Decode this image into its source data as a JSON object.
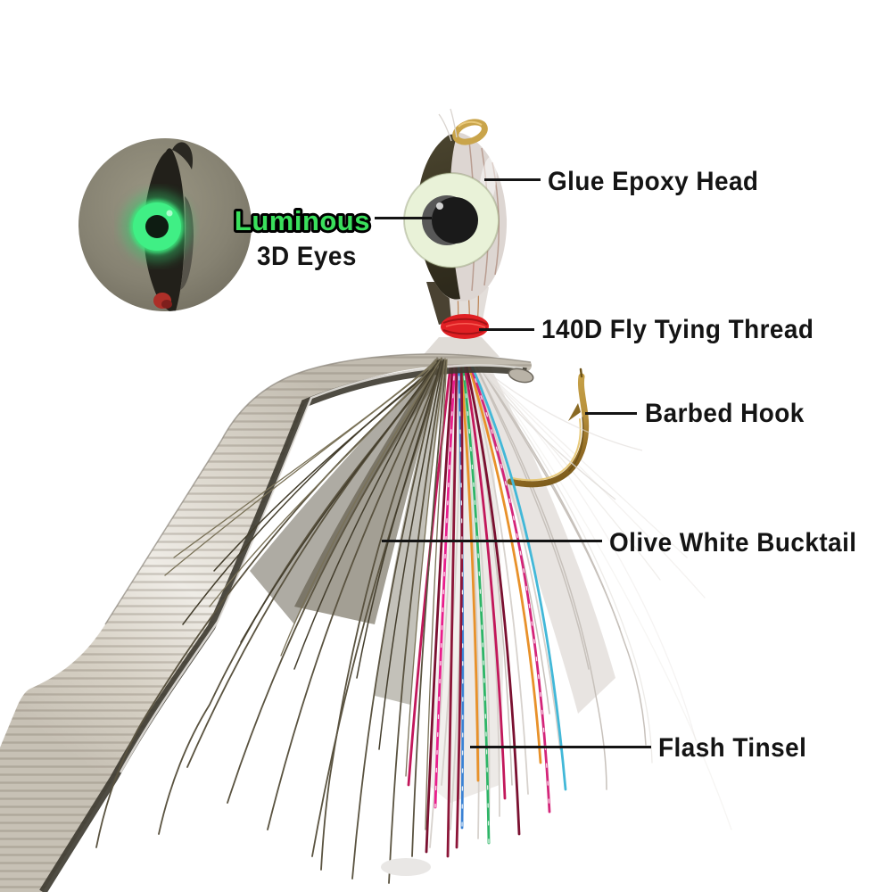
{
  "inset": {
    "caption_luminous": "Luminous",
    "caption_3d_eyes": "3D Eyes"
  },
  "callouts": [
    {
      "id": "glue-epoxy-head",
      "label": "Glue Epoxy Head"
    },
    {
      "id": "fly-tying-thread",
      "label": "140D Fly Tying Thread"
    },
    {
      "id": "barbed-hook",
      "label": "Barbed Hook"
    },
    {
      "id": "olive-white-bucktail",
      "label": "Olive White Bucktail"
    },
    {
      "id": "flash-tinsel",
      "label": "Flash Tinsel"
    }
  ],
  "colors": {
    "label_text": "#141414",
    "luminous_green": "#3ae05c",
    "glow_green": "#3ce57d",
    "thread_red": "#e02024",
    "hook_gold": "#b8913c",
    "olive_fiber": "#5a5340",
    "white_fiber": "#d7d2cd",
    "metal_light": "#dcd7cd"
  }
}
